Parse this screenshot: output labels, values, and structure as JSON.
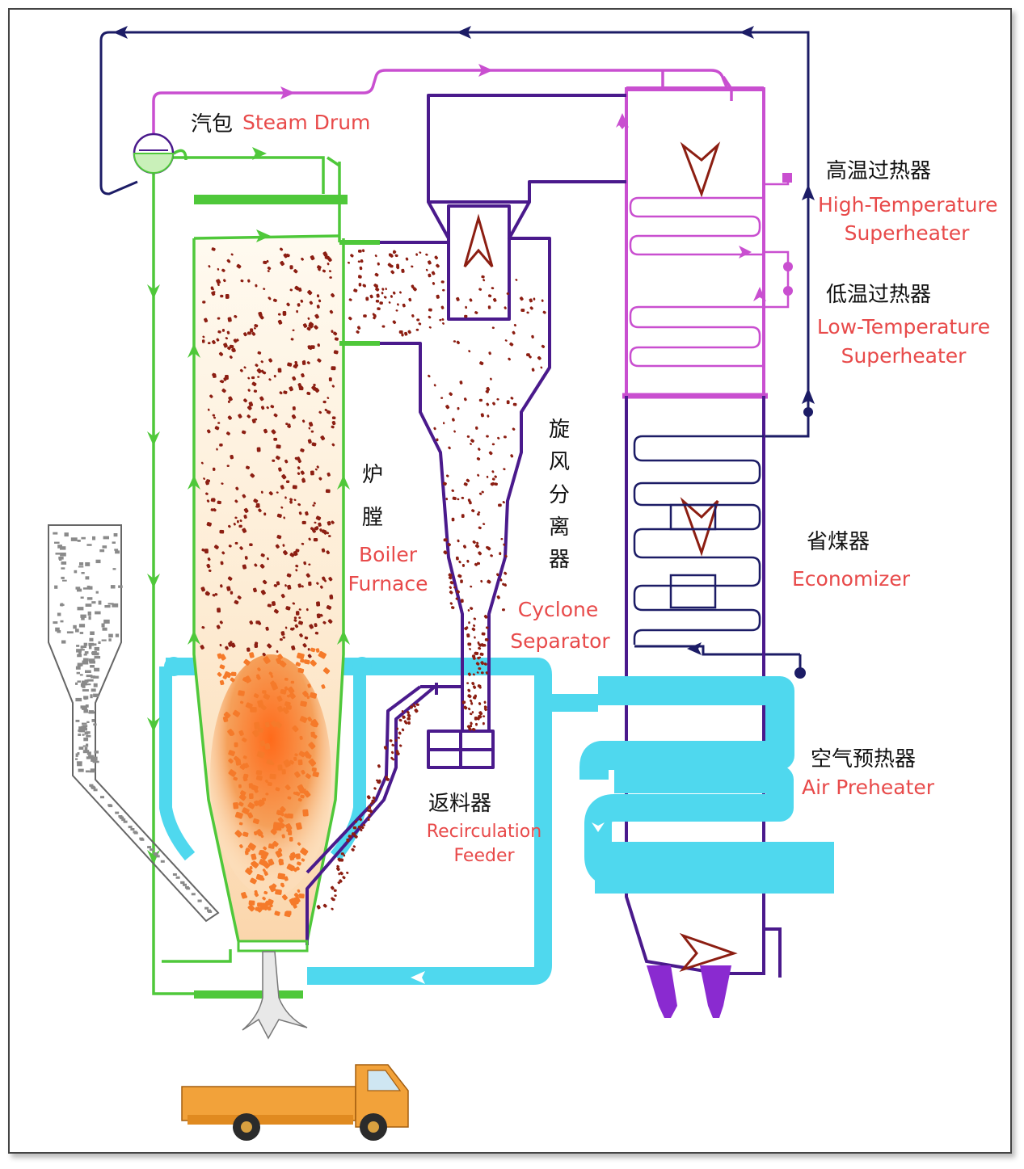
{
  "labels": {
    "steam_drum": {
      "cn": "汽包",
      "en": "Steam Drum"
    },
    "high_temp_superheater": {
      "cn": "高温过热器",
      "en_line1": "High-Temperature",
      "en_line2": "Superheater"
    },
    "low_temp_superheater": {
      "cn": "低温过热器",
      "en_line1": "Low-Temperature",
      "en_line2": "Superheater"
    },
    "furnace": {
      "cn_line1": "炉",
      "cn_line2": "膛",
      "en_line1": "Boiler",
      "en_line2": "Furnace"
    },
    "cyclone": {
      "cn": "旋风分离器",
      "en_line1": "Cyclone",
      "en_line2": "Separator"
    },
    "economizer": {
      "cn": "省煤器",
      "en": "Economizer"
    },
    "air_preheater": {
      "cn": "空气预热器",
      "en": "Air Preheater"
    },
    "recirculation_feeder": {
      "cn": "返料器",
      "en_line1": "Recirculation",
      "en_line2": "Feeder"
    }
  },
  "colors": {
    "water_wall": "#4fc83a",
    "steam_pipe": "#c94fd0",
    "duct": "#4a1a8c",
    "water_line": "#1c1c66",
    "air": "#4fd8ee",
    "particle": "#8c1e12",
    "flame": "#f57a2a",
    "label_en": "#e84a4a",
    "truck": "#f2a23a"
  }
}
